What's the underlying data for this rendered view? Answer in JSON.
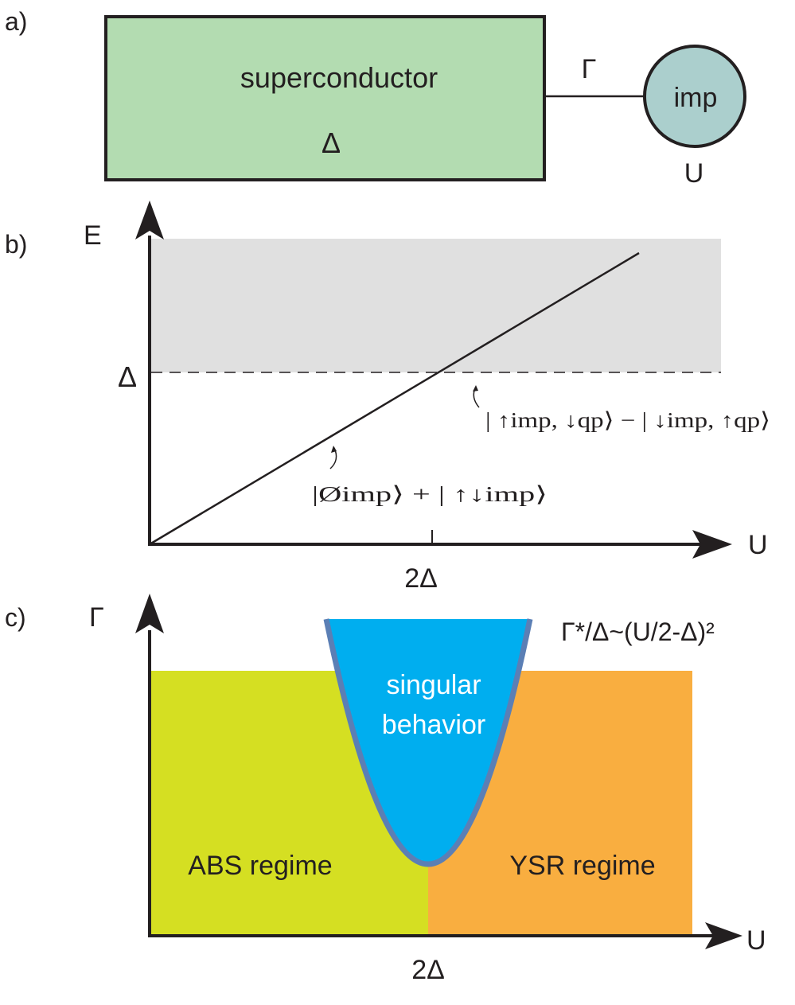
{
  "panel_a": {
    "label": "a)",
    "superconductor": {
      "name": "superconductor",
      "gap": "Δ",
      "color": "#b3dcb1"
    },
    "coupling": "Γ",
    "impurity": {
      "name": "imp",
      "interaction": "U",
      "color": "#abcfcd"
    }
  },
  "panel_b": {
    "label": "b)",
    "y_axis": "E",
    "x_axis": "U",
    "gap_level": "Δ",
    "crossing_tick": "2Δ",
    "continuum_color": "#e0e0e0",
    "state_upper": "| ↑imp, ↓qp⟩ − | ↓imp, ↑qp⟩",
    "state_lower": "|Øimp⟩ + | ↑↓imp⟩"
  },
  "panel_c": {
    "label": "c)",
    "y_axis": "Γ",
    "x_axis": "U",
    "x_tick": "2Δ",
    "formula": "Γ*/Δ~(U/2-Δ)²",
    "regions": {
      "abs": {
        "label": "ABS regime",
        "color": "#d5df22"
      },
      "ysr": {
        "label": "YSR regime",
        "color": "#f9ae40"
      },
      "singular": {
        "label_line1": "singular",
        "label_line2": "behavior",
        "color": "#00aeef",
        "edge_color": "#5b7fb5"
      }
    }
  }
}
